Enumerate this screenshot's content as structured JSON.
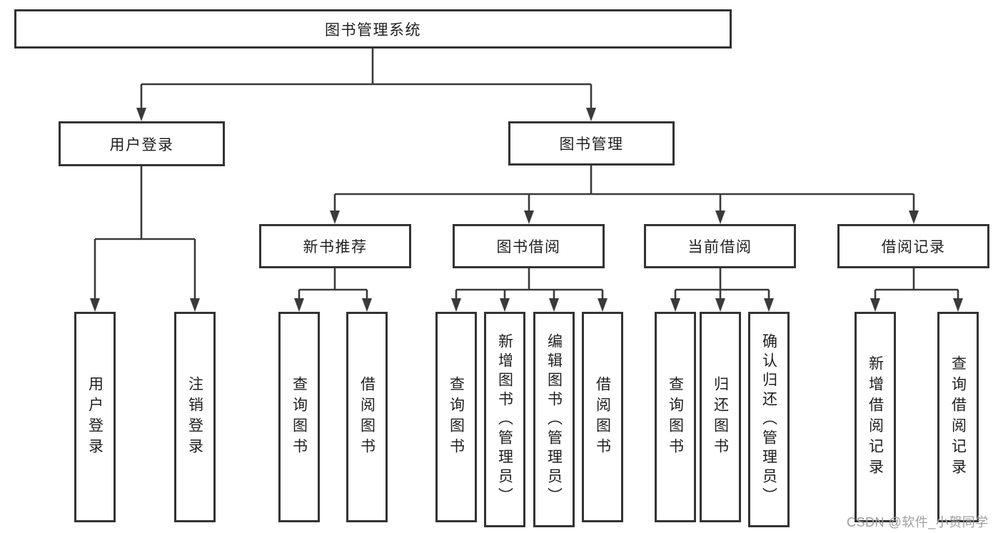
{
  "diagram": {
    "watermark": "CSDN @软件_小贺同学",
    "colors": {
      "line": "#3a3a3a",
      "box_border": "#333333",
      "text": "#1f1f1f",
      "background": "#ffffff",
      "watermark": "#9e9e9e"
    },
    "nodes": {
      "root": {
        "label": "图书管理系统"
      },
      "login": {
        "label": "用户登录"
      },
      "mgmt": {
        "label": "图书管理"
      },
      "rec": {
        "label": "新书推荐"
      },
      "borrow": {
        "label": "图书借阅"
      },
      "current": {
        "label": "当前借阅"
      },
      "record": {
        "label": "借阅记录"
      },
      "leaf_user_login": {
        "label": "用户登录"
      },
      "leaf_logout": {
        "label": "注销登录"
      },
      "leaf_rec_query": {
        "label": "查询图书"
      },
      "leaf_rec_borrow": {
        "label": "借阅图书"
      },
      "leaf_bor_query": {
        "label": "查询图书"
      },
      "leaf_bor_add": {
        "label": "新增图书（管理员）"
      },
      "leaf_bor_edit": {
        "label": "编辑图书（管理员）"
      },
      "leaf_bor_borrow": {
        "label": "借阅图书"
      },
      "leaf_cur_query": {
        "label": "查询图书"
      },
      "leaf_cur_return": {
        "label": "归还图书"
      },
      "leaf_cur_confirm": {
        "label": "确认归还（管理员）"
      },
      "leaf_rcd_add": {
        "label": "新增借阅记录"
      },
      "leaf_rcd_query": {
        "label": "查询借阅记录"
      }
    },
    "hierarchy": {
      "图书管理系统": {
        "用户登录": [
          "用户登录",
          "注销登录"
        ],
        "图书管理": {
          "新书推荐": [
            "查询图书",
            "借阅图书"
          ],
          "图书借阅": [
            "查询图书",
            "新增图书（管理员）",
            "编辑图书（管理员）",
            "借阅图书"
          ],
          "当前借阅": [
            "查询图书",
            "归还图书",
            "确认归还（管理员）"
          ],
          "借阅记录": [
            "新增借阅记录",
            "查询借阅记录"
          ]
        }
      }
    }
  }
}
